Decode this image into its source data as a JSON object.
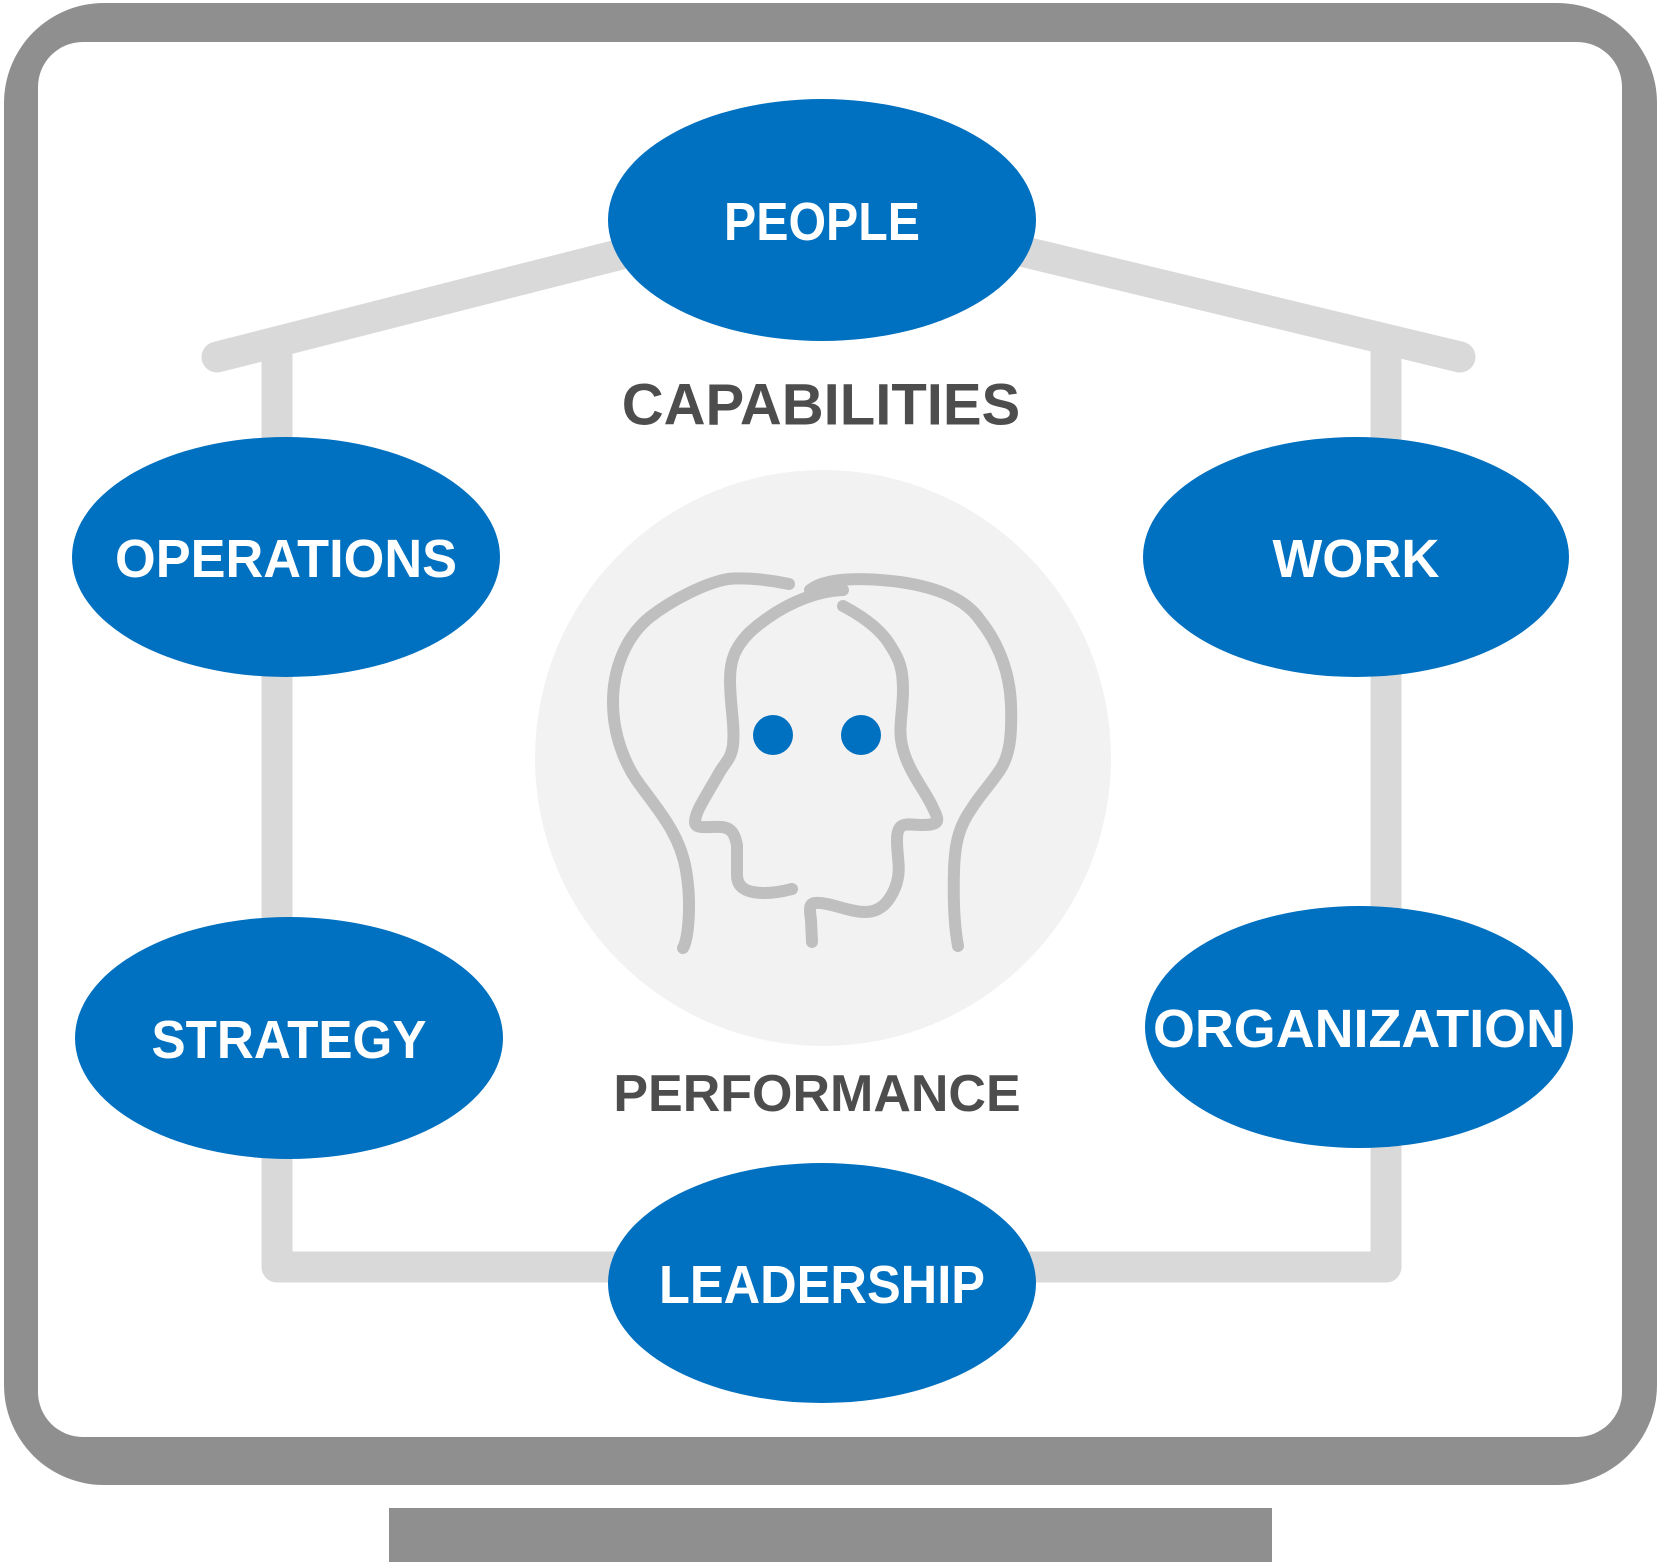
{
  "diagram": {
    "colors": {
      "frame": "#8F8F8F",
      "screen": "#FFFFFF",
      "house": "#D9D9D9",
      "node_fill": "#0070C0",
      "node_text": "#FFFFFF",
      "center_circle": "#F2F2F2",
      "head_stroke": "#BFBFBF",
      "eyes": "#0070C0",
      "caption": "#4D4D4D"
    },
    "nodes": {
      "people": {
        "label": "PEOPLE"
      },
      "operations": {
        "label": "OPERATIONS"
      },
      "work": {
        "label": "WORK"
      },
      "strategy": {
        "label": "STRATEGY"
      },
      "organization": {
        "label": "ORGANIZATION"
      },
      "leadership": {
        "label": "LEADERSHIP"
      }
    },
    "captions": {
      "top": "CAPABILITIES",
      "bottom": "PERFORMANCE"
    },
    "center_icon": "two-heads-facing-icon"
  }
}
